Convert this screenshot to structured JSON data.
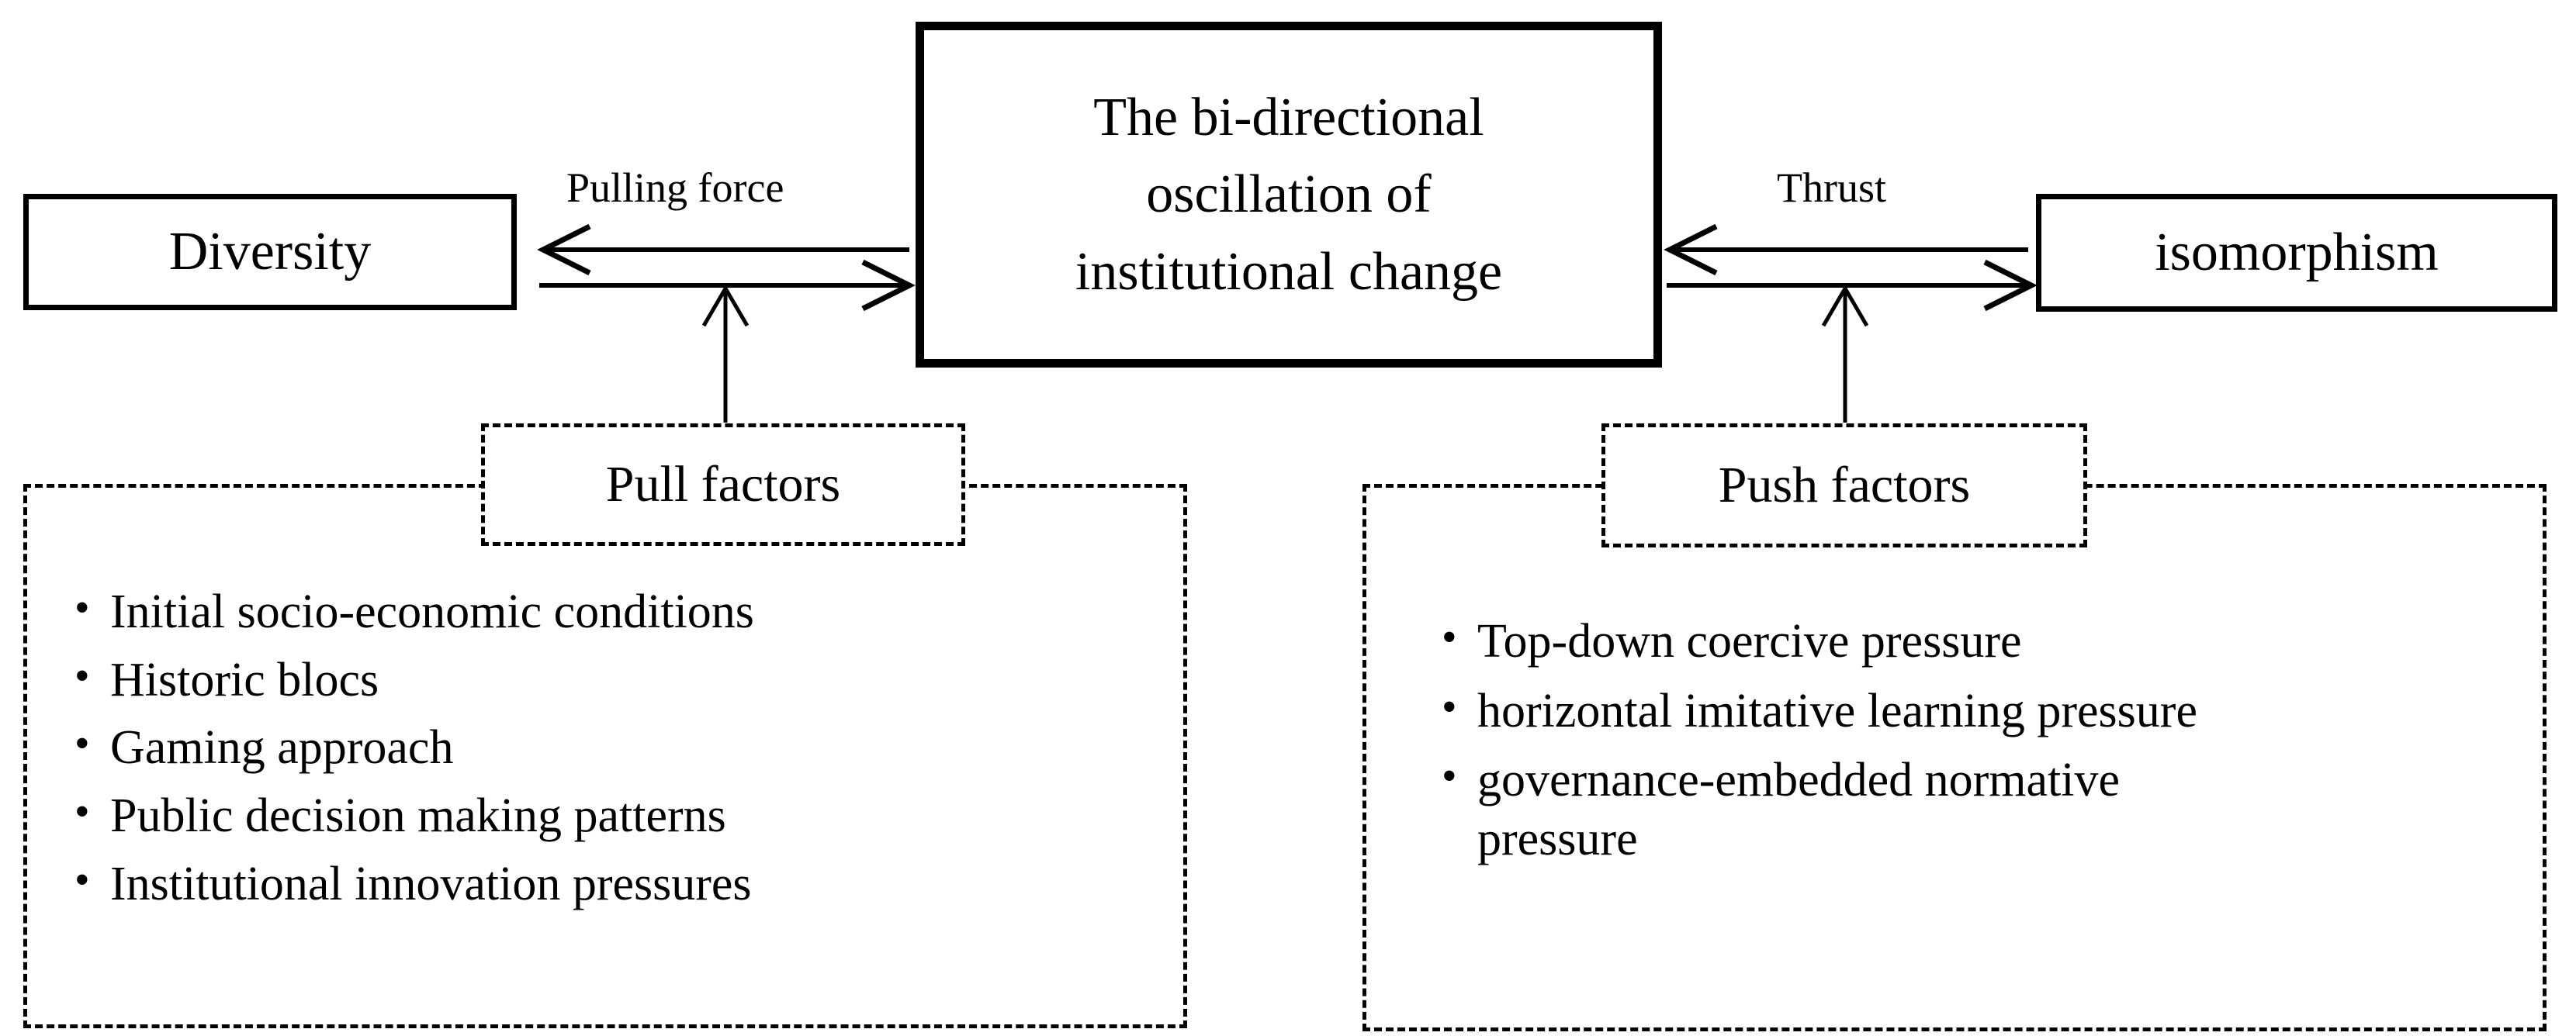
{
  "diagram": {
    "type": "conceptual-flow-diagram",
    "center_box": {
      "label": "The bi-directional\noscillation  of\ninstitutional  change",
      "style": "solid-thick-border"
    },
    "left_box": {
      "label": "Diversity",
      "style": "solid-border"
    },
    "right_box": {
      "label": "isomorphism",
      "style": "solid-border"
    },
    "arrows": {
      "left": {
        "label": "Pulling force",
        "direction": "bi-directional",
        "between": [
          "Diversity",
          "The bi-directional oscillation of institutional change"
        ]
      },
      "right": {
        "label": "Thrust",
        "direction": "bi-directional",
        "between": [
          "The bi-directional oscillation of institutional change",
          "isomorphism"
        ]
      }
    },
    "pull_factors": {
      "title": "Pull factors",
      "items": [
        "Initial socio-economic conditions",
        "Historic blocs",
        "Gaming approach",
        "Public  decision making patterns",
        "Institutional innovation pressures"
      ]
    },
    "push_factors": {
      "title": "Push factors",
      "items": [
        "Top-down coercive pressure",
        "horizontal imitative learning pressure",
        "governance-embedded normative\npressure"
      ]
    },
    "colors": {
      "stroke": "#000000",
      "background": "#ffffff",
      "text": "#000000"
    }
  }
}
